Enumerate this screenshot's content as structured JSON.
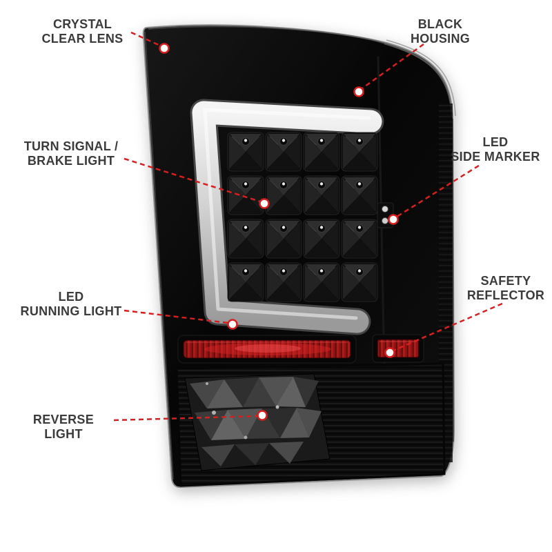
{
  "diagram": {
    "title": "LED Tail Light Feature Callout Diagram",
    "colors": {
      "background": "#ffffff",
      "callout_line": "#d81f1f",
      "callout_point_fill": "#ffffff",
      "label_text": "#3b3b3b",
      "housing_black": "#0a0a0a",
      "light_bar_gray": "#d9d9d9",
      "reflector_red": "#a31616"
    }
  },
  "callouts": {
    "crystal_clear_lens": {
      "label": "CRYSTAL\nCLEAR LENS"
    },
    "black_housing": {
      "label": "BLACK\nHOUSING"
    },
    "turn_signal_brake_light": {
      "label": "TURN SIGNAL /\nBRAKE LIGHT"
    },
    "led_side_marker": {
      "label": "LED\nSIDE MARKER"
    },
    "led_running_light": {
      "label": "LED\nRUNNING LIGHT"
    },
    "safety_reflector": {
      "label": "SAFETY\nREFLECTOR"
    },
    "reverse_light": {
      "label": "REVERSE LIGHT"
    }
  }
}
